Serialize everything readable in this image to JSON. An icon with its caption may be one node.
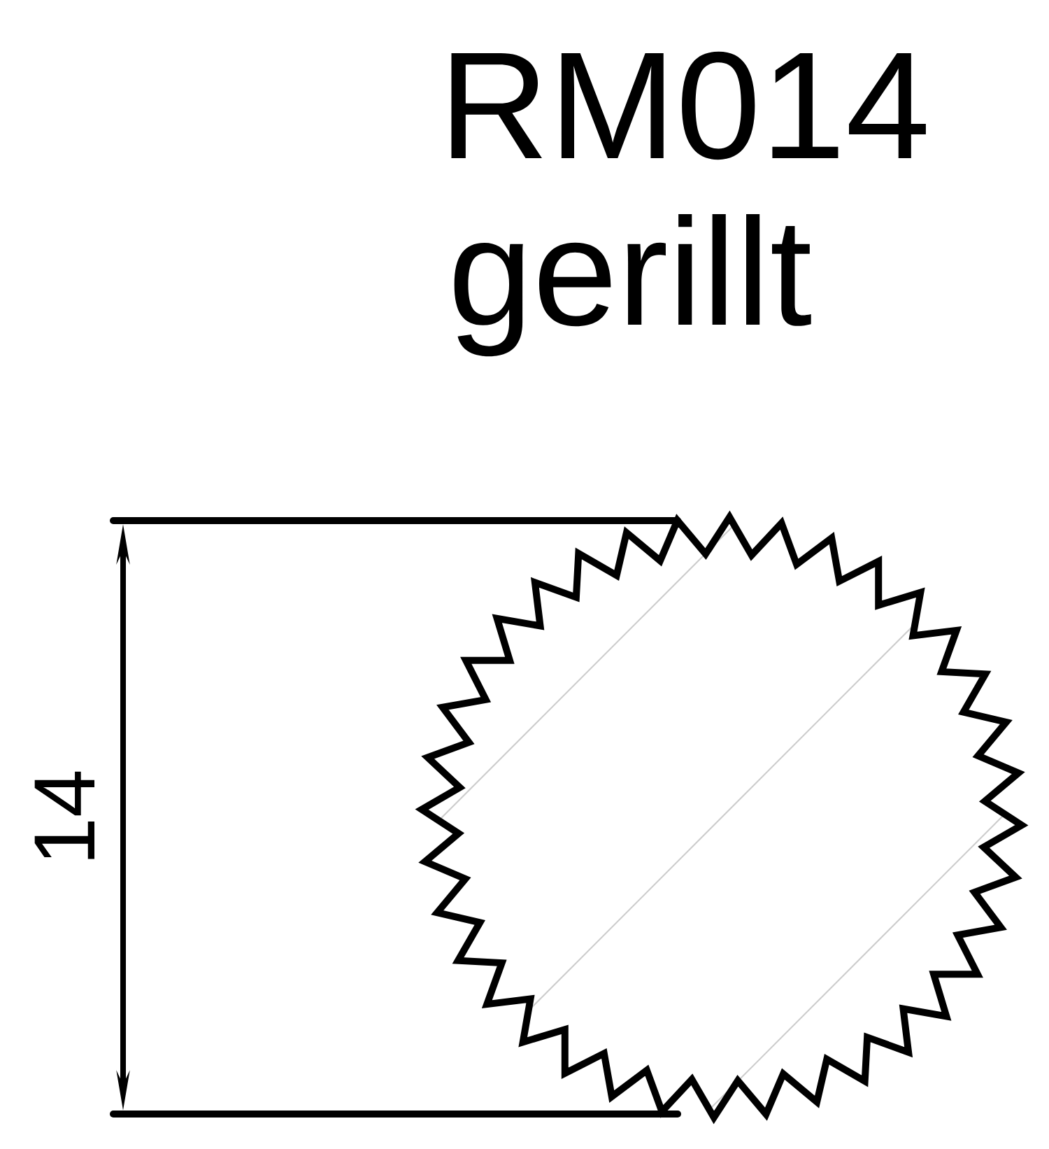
{
  "diagram": {
    "title": "RM014",
    "labels": [
      "gerillt",
      "14"
    ]
  }
}
